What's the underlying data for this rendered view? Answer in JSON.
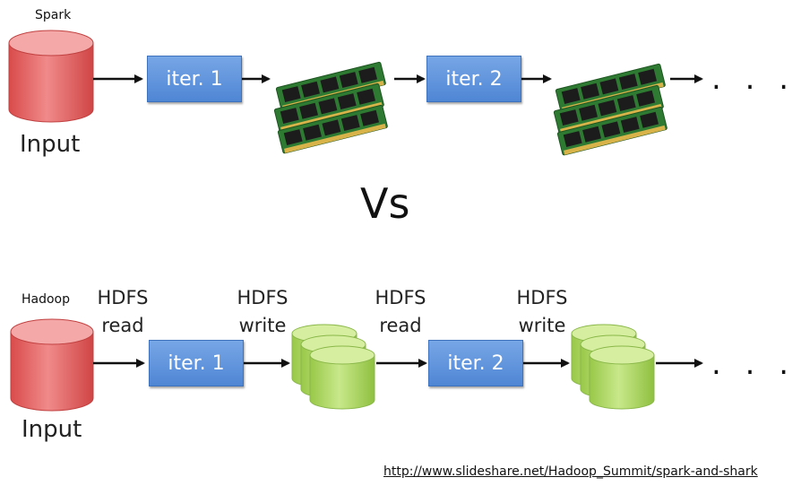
{
  "spark": {
    "title": "Spark",
    "input_label": "Input",
    "iter1_label": "iter. 1",
    "iter2_label": "iter. 2",
    "ellipsis": ". . ."
  },
  "vs_label": "Vs",
  "hadoop": {
    "title": "Hadoop",
    "input_label": "Input",
    "hdfs_read_1": [
      "HDFS",
      "read"
    ],
    "hdfs_write_1": [
      "HDFS",
      "write"
    ],
    "hdfs_read_2": [
      "HDFS",
      "read"
    ],
    "hdfs_write_2": [
      "HDFS",
      "write"
    ],
    "iter1_label": "iter. 1",
    "iter2_label": "iter. 2",
    "ellipsis": ". . ."
  },
  "source_link": "http://www.slideshare.net/Hadoop_Summit/spark-and-shark",
  "colors": {
    "input_cylinder": "#e86a6a",
    "hdfs_cylinder": "#a9d45c",
    "iter_box": "#5b8fd9",
    "ram_board": "#3d8a3d"
  },
  "icons": {
    "spark_input": "red-database-cylinder-icon",
    "ram": "ram-memory-module-icon",
    "hdfs": "green-database-stack-icon"
  }
}
